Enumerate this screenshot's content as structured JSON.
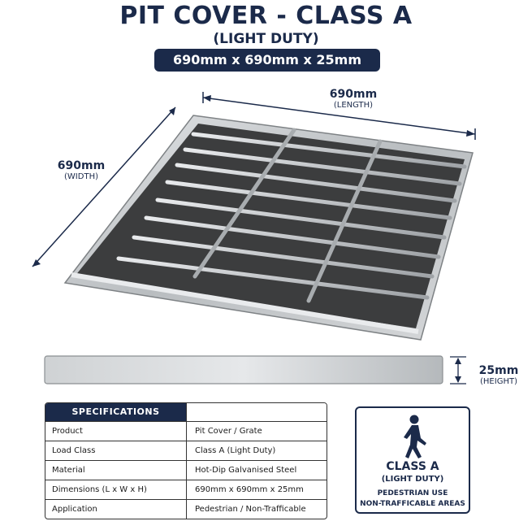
{
  "header": {
    "title": "PIT COVER - CLASS A",
    "subtitle": "(LIGHT DUTY)",
    "dimensions": "690mm x 690mm x 25mm"
  },
  "labels": {
    "length_value": "690mm",
    "length_caption": "(LENGTH)",
    "width_value": "690mm",
    "width_caption": "(WIDTH)",
    "height_value": "25mm",
    "height_caption": "(HEIGHT)"
  },
  "specifications": {
    "heading": "SPECIFICATIONS",
    "rows": [
      {
        "key": "Product",
        "value": "Pit Cover / Grate"
      },
      {
        "key": "Load Class",
        "value": "Class A (Light Duty)"
      },
      {
        "key": "Material",
        "value": "Hot-Dip Galvanised Steel"
      },
      {
        "key": "Dimensions (L x W x H)",
        "value": "690mm x 690mm x 25mm"
      },
      {
        "key": "Application",
        "value": "Pedestrian / Non-Trafficable Areas"
      }
    ]
  },
  "badge": {
    "icon": "pedestrian-icon",
    "class_label": "CLASS A",
    "duty_label": "(LIGHT DUTY)",
    "use_line1": "PEDESTRIAN USE",
    "use_line2": "NON-TRAFFICABLE AREAS"
  },
  "colors": {
    "navy": "#1b2a4a",
    "steel": "#c9ccce",
    "mesh_dark": "#3a3a3a"
  }
}
